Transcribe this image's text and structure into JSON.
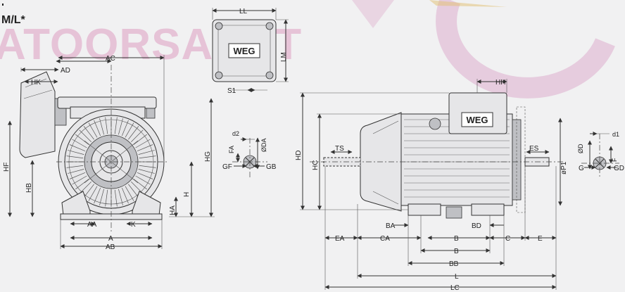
{
  "title": "M/L*",
  "watermark": "ATOORSANAT",
  "logo_text": "WEG",
  "dimension_labels": {
    "front_view": [
      "HK",
      "AD",
      "AC",
      "HF",
      "HB",
      "HG",
      "HA",
      "H",
      "AA",
      "K",
      "A",
      "AB"
    ],
    "terminal_box": [
      "LL",
      "LM",
      "S1"
    ],
    "shaft_rear": [
      "d2",
      "FA",
      "ØDA",
      "GF",
      "GB"
    ],
    "side_view": [
      "HH",
      "HD",
      "HC",
      "TS",
      "ES",
      "øP1",
      "BA",
      "BD",
      "EA",
      "CA",
      "B",
      "B",
      "C",
      "E",
      "BB",
      "L",
      "LC"
    ],
    "shaft_front": [
      "ØD",
      "d1",
      "F",
      "G",
      "GD"
    ]
  }
}
